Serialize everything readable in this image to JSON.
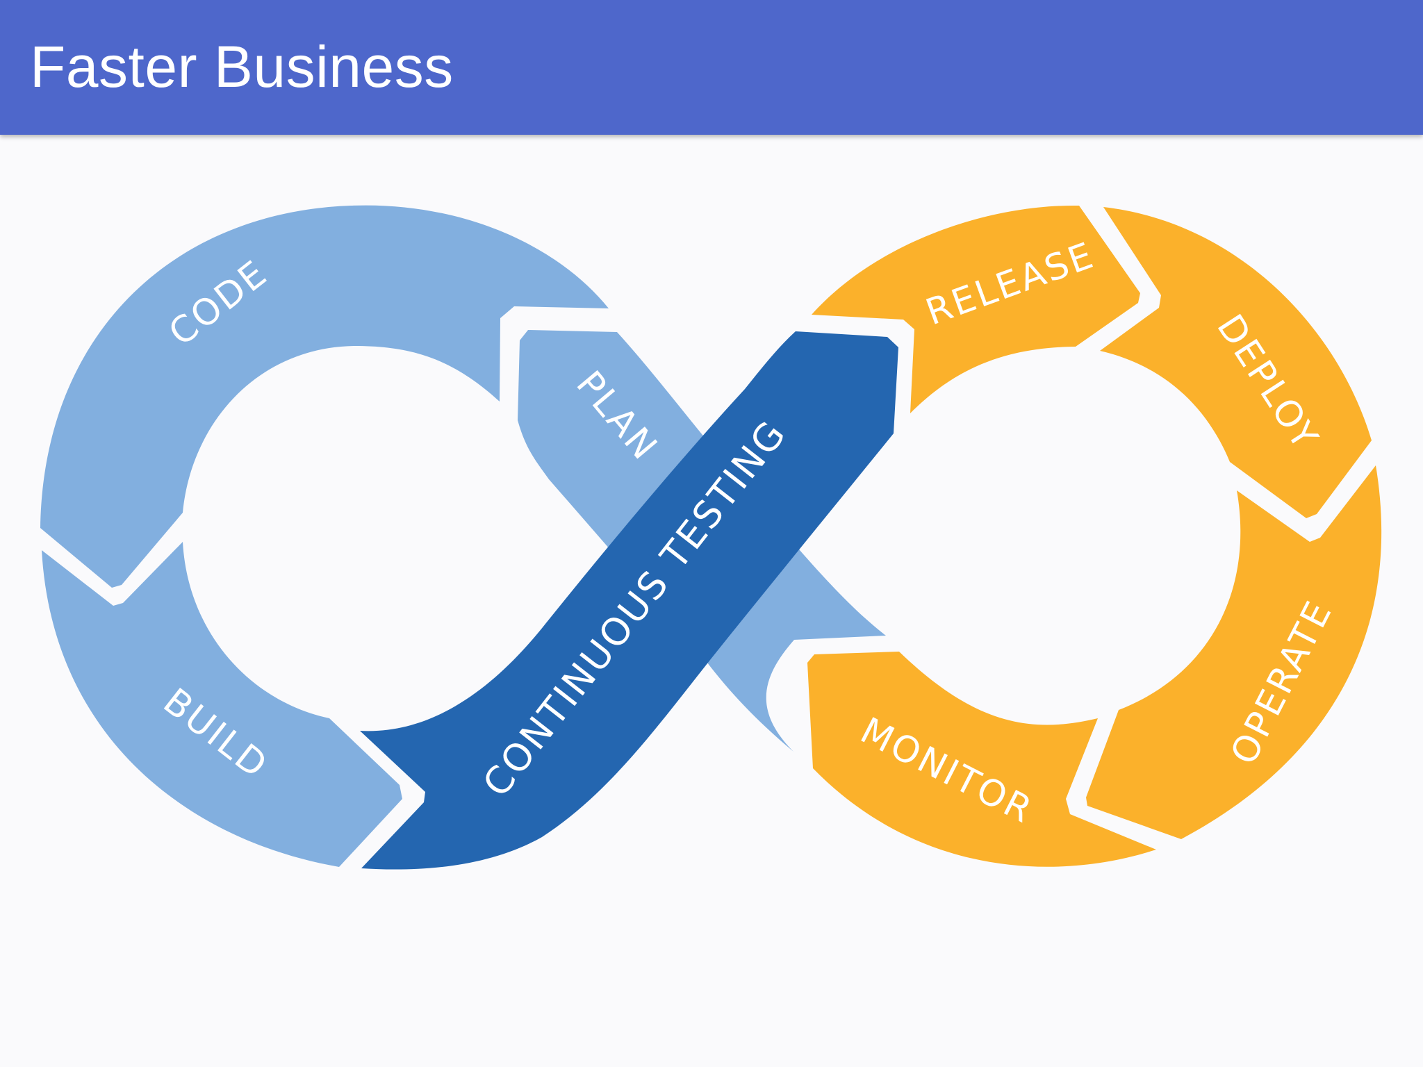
{
  "header": {
    "title": "Faster Business"
  },
  "diagram": {
    "left_loop_stages": [
      "CODE",
      "PLAN",
      "BUILD"
    ],
    "right_loop_stages": [
      "RELEASE",
      "DEPLOY",
      "OPERATE",
      "MONITOR"
    ],
    "center_band": "CONTINUOUS TESTING",
    "colors": {
      "header": "#4e67cb",
      "dev_loop": "#82afdf",
      "ops_loop": "#fbb12b",
      "testing_band": "#2466b0",
      "background": "#fafafc"
    }
  }
}
